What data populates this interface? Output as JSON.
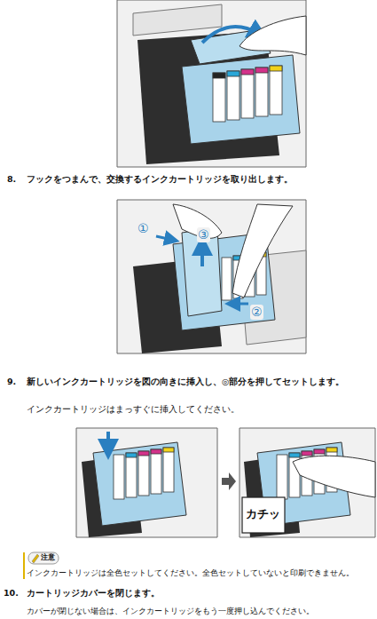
{
  "diagram": {
    "labels": [
      "8.",
      "フックをつまんで、交換するインクカートリッジを取り出します。",
      "①",
      "③",
      "②",
      "9.",
      "新しいインクカートリッジを図の向きに挿入し、◎部分を押してセットします。",
      "インクカートリッジはまっすぐに挿入してください。",
      "カチッ",
      "注意",
      "インクカートリッジは全色セットしてください。全色セットしていないと印刷できません。",
      "10.",
      "カートリッジカバーを閉じます。",
      "カバーが閉じない場合は、インクカートリッジをもう一度押し込んでください。"
    ]
  }
}
